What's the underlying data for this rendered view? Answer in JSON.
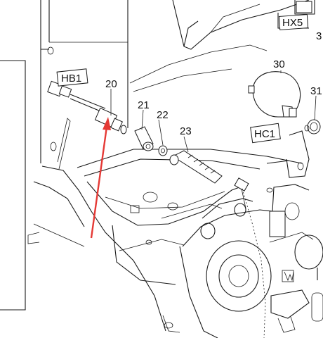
{
  "diagram": {
    "connector_tags": {
      "hb1": "HB1",
      "hx5": "HX5",
      "hc1": "HC1"
    },
    "callouts": {
      "n20": "20",
      "n21": "21",
      "n22": "22",
      "n23": "23",
      "n30": "30",
      "n31": "31",
      "n3_partial": "3"
    },
    "colors": {
      "line_art": "#1a1a1a",
      "pointer_arrow": "#e53935",
      "background": "#ffffff"
    },
    "highlight": {
      "icon": "red-pointer-arrow",
      "target": "20"
    }
  }
}
